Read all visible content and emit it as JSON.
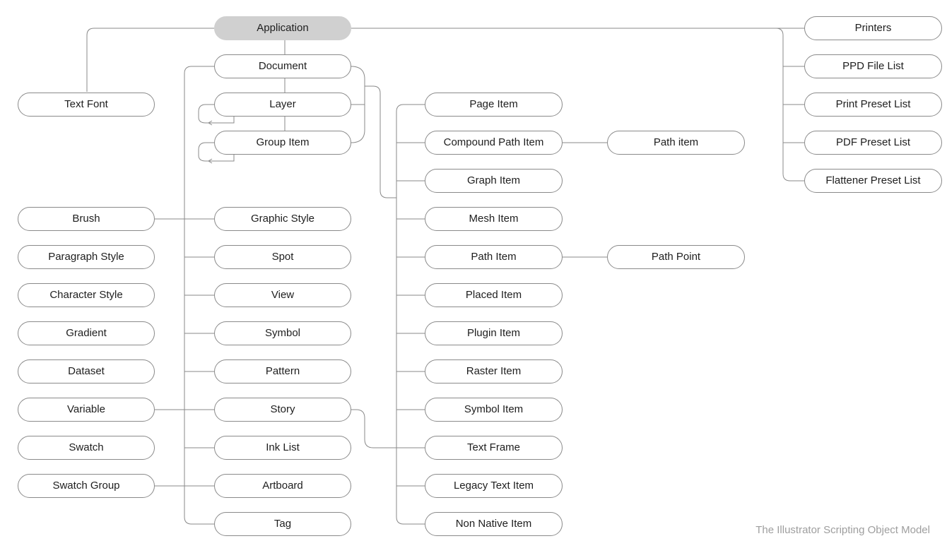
{
  "diagram": {
    "root": "Application",
    "nodes": {
      "application": "Application",
      "text_font": "Text Font",
      "document": "Document",
      "layer": "Layer",
      "group_item": "Group Item",
      "printers": "Printers",
      "ppd_file_list": "PPD File List",
      "print_preset_list": "Print Preset List",
      "pdf_preset_list": "PDF Preset List",
      "flattener_preset_list": "Flattener Preset List",
      "page_item": "Page Item",
      "compound_path_item": "Compound Path Item",
      "path_item_child": "Path item",
      "graph_item": "Graph Item",
      "mesh_item": "Mesh Item",
      "path_item": "Path Item",
      "path_point": "Path Point",
      "placed_item": "Placed Item",
      "plugin_item": "Plugin Item",
      "raster_item": "Raster Item",
      "symbol_item": "Symbol Item",
      "text_frame": "Text Frame",
      "legacy_text_item": "Legacy Text Item",
      "non_native_item": "Non Native Item",
      "graphic_style": "Graphic Style",
      "spot": "Spot",
      "view": "View",
      "symbol": "Symbol",
      "pattern": "Pattern",
      "story": "Story",
      "ink_list": "Ink List",
      "artboard": "Artboard",
      "tag": "Tag",
      "brush": "Brush",
      "paragraph_style": "Paragraph Style",
      "character_style": "Character Style",
      "gradient": "Gradient",
      "dataset": "Dataset",
      "variable": "Variable",
      "swatch": "Swatch",
      "swatch_group": "Swatch Group"
    },
    "caption": "The Illustrator Scripting Object Model",
    "colors": {
      "root_fill": "#d0d0d0",
      "node_border": "#8a8a8a",
      "line": "#8a8a8a",
      "caption": "#9e9e9e"
    }
  }
}
